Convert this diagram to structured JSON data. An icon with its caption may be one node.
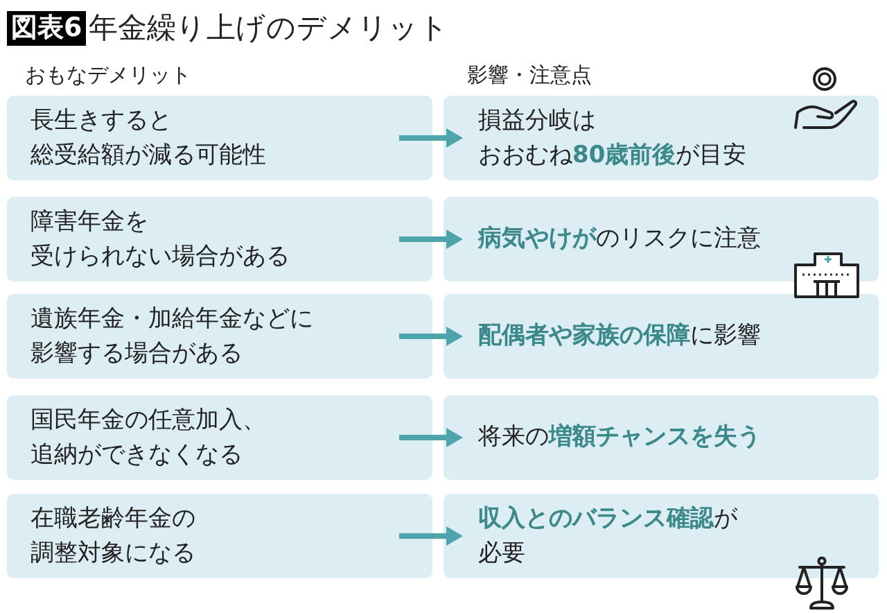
{
  "diagram": {
    "title": "年金繰り上げのデメリット",
    "nodes": [
      {
        "text": [
          "長生きすると総受給額が減る可能性"
        ]
      },
      {
        "text": [
          "損益分岐はおおむね**80歳前後**が目安"
        ]
      },
      {
        "text": [
          "障害年金を受けられない場合がある"
        ]
      },
      {
        "text": [
          "**病気やけが**のリスクに注意"
        ]
      },
      {
        "text": [
          "遺族年金・加給年金などに影響する場合がある"
        ]
      },
      {
        "text": [
          "**配偶者や家族の保障**に影響"
        ]
      },
      {
        "text": [
          "国民年金の任意加入、追納ができなくなる"
        ]
      },
      {
        "text": [
          "将来の**増額チャンスを失う**"
        ]
      },
      {
        "text": [
          "在職老齢年金の調整対象になる"
        ]
      },
      {
        "text": [
          "**収入とのバランス確認**が必要"
        ]
      }
    ],
    "edges": [
      {
        "from": 0,
        "to": 1,
        "arrow": "to"
      },
      {
        "from": 2,
        "to": 3,
        "arrow": "to"
      },
      {
        "from": 4,
        "to": 5,
        "arrow": "to"
      },
      {
        "from": 6,
        "to": 7,
        "arrow": "to"
      },
      {
        "from": 8,
        "to": 9,
        "arrow": "to"
      }
    ],
    "labels": [
      "図表6",
      "おもなデメリット",
      "影響・注意点"
    ]
  }
}
